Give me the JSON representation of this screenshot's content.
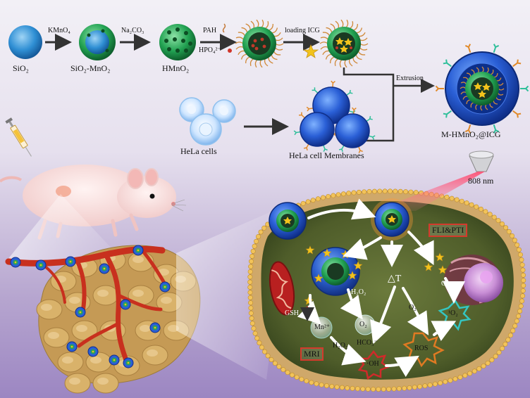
{
  "synthesis": {
    "step1_reagent": "KMnO₄",
    "step2_reagent": "Na₂CO₃",
    "step3_reagent_a": "PAH",
    "step3_reagent_b": "HPO₄²⁻",
    "step4_label": "loading ICG",
    "stage1": "SiO₂",
    "stage2": "SiO₂-MnO₂",
    "stage3": "HMnO₂"
  },
  "membrane": {
    "cells_label": "HeLa cells",
    "membranes_label": "HeLa cell Membranes",
    "extrusion_label": "Extrusion",
    "product_label": "M-HMnO₂@ICG"
  },
  "laser": {
    "wavelength_label": "808 nm"
  },
  "cell_panel": {
    "fli_ptt": "FLI&PTI",
    "mri": "MRI",
    "delta_t": "△T",
    "ros": "ROS",
    "singlet_o2": "¹O₂",
    "o2_a": "O₂",
    "o2_b": "O₂",
    "o2_c": "O₂",
    "h2o2_a": "H₂O₂",
    "h2o2_b": "H₂O₂",
    "hco3": "HCO₃⁻",
    "gsh": "GSH",
    "mn2": "Mn²⁺",
    "oh": "·OH"
  },
  "colors": {
    "silica": "#3a9ad9",
    "mno2": "#2aa35a",
    "membrane": "#1f4fbf",
    "vessel": "#c8301e",
    "tumor": "#c9a15a",
    "box_border": "#d43a2c"
  }
}
